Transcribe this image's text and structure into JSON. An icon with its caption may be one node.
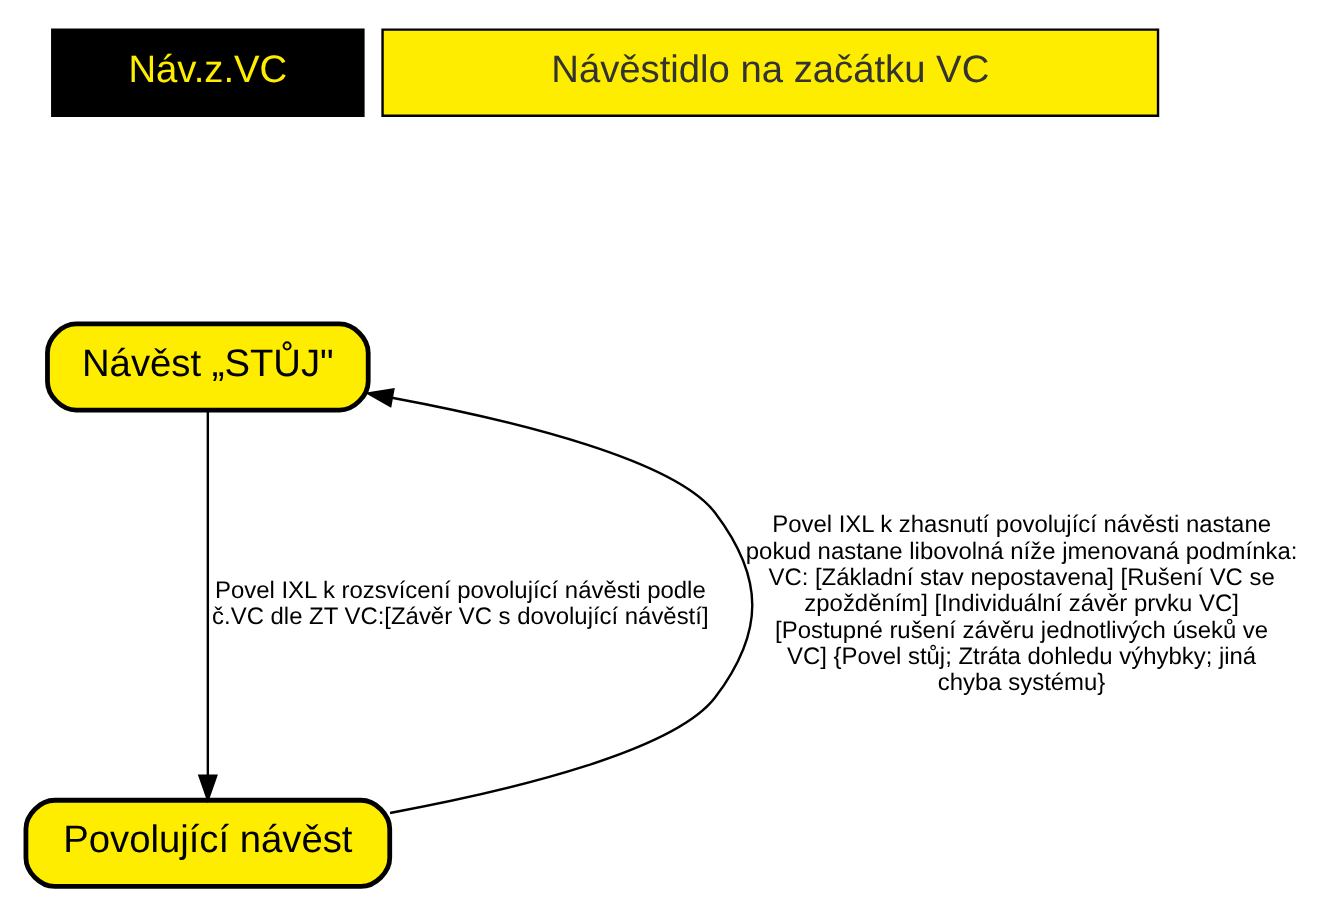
{
  "diagram": {
    "nodes": [
      {
        "text": [
          "Náv.z.VC"
        ]
      },
      {
        "text": [
          "Návěstidlo na začátku VC"
        ]
      },
      {
        "text": [
          "Návěst „STŮJ\""
        ]
      },
      {
        "text": [
          "Povolující návěst"
        ]
      }
    ],
    "edges": [
      {
        "from": 2,
        "to": 3,
        "arrow": "to",
        "label": "Povel IXL k rozsvícení povolující návěsti podle č.VC dle ZT VC:[Závěr VC s dovolující návěstí]"
      },
      {
        "from": 3,
        "to": 2,
        "arrow": "to",
        "label": "Povel IXL k zhasnutí povolující návěsti nastane pokud nastane libovolná níže jmenovaná podmínka: VC: [Základní stav nepostavena] [Rušení VC se zpožděním] [Individuální závěr prvku VC] [Postupné rušení závěru jednotlivých úseků ve VC] {Povel stůj; Ztráta dohledu výhybky; jiná chyba systému}"
      }
    ]
  }
}
